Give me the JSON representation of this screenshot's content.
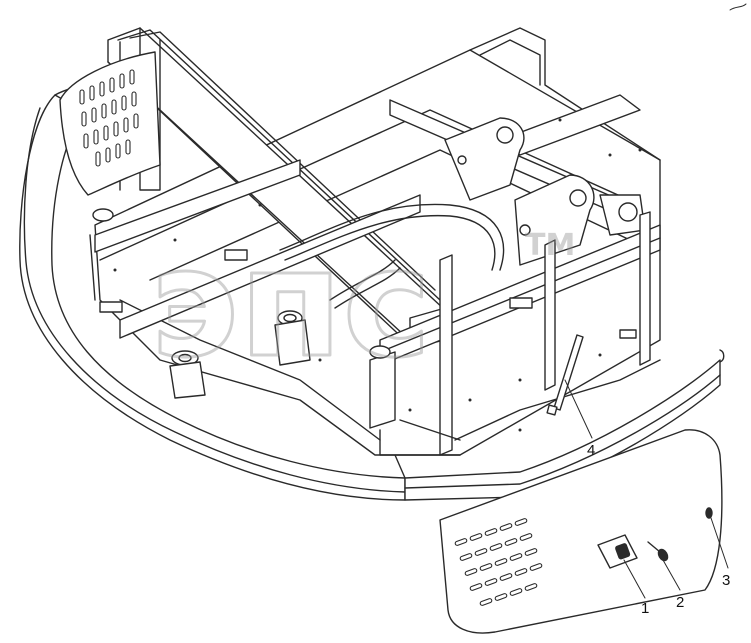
{
  "diagram": {
    "type": "exploded-assembly-drawing",
    "colors": {
      "line": "#2a2a2a",
      "fill": "#ffffff",
      "shade": "#d9d9d9",
      "watermark": "#9a9a9a"
    },
    "watermark": {
      "text": "эпс",
      "trademark": "TM"
    },
    "callouts": [
      {
        "id": "1",
        "label": "1"
      },
      {
        "id": "2",
        "label": "2"
      },
      {
        "id": "3",
        "label": "3"
      },
      {
        "id": "4",
        "label": "4"
      }
    ]
  }
}
